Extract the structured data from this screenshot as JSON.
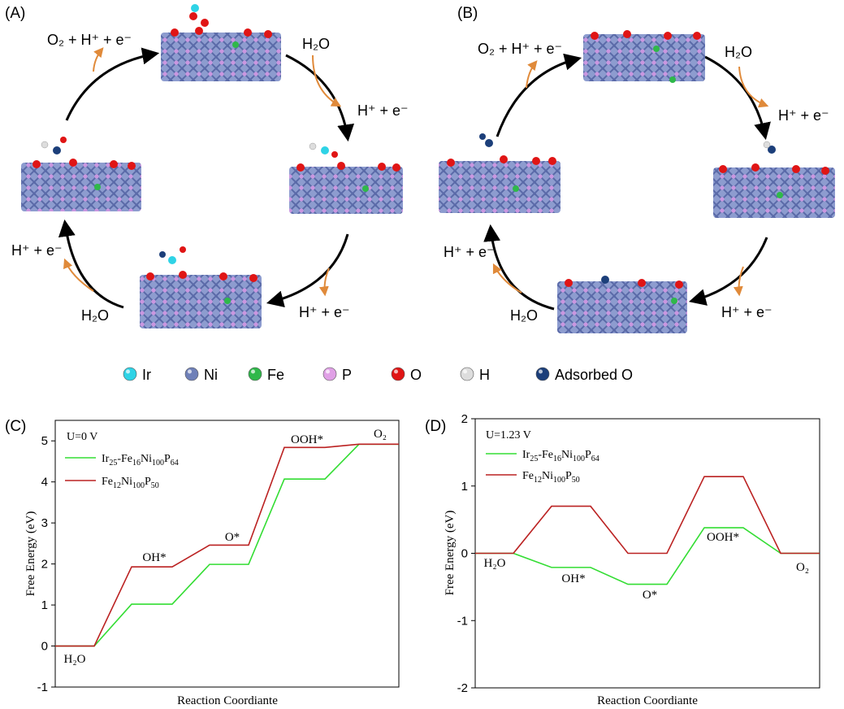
{
  "panels": {
    "A": {
      "label": "(A)"
    },
    "B": {
      "label": "(B)"
    },
    "C": {
      "label": "(C)"
    },
    "D": {
      "label": "(D)"
    }
  },
  "cycle_A": {
    "arrow_labels": {
      "top_left": "O₂ + H⁺ + e⁻",
      "top_right_h2o": "H₂O",
      "right_top": "H⁺ + e⁻",
      "right_bottom": "H⁺ + e⁻",
      "left_bottom_h2o": "H₂O",
      "left_top": "H⁺ + e⁻"
    }
  },
  "cycle_B": {
    "arrow_labels": {
      "top_left": "O₂ + H⁺ + e⁻",
      "top_right_h2o": "H₂O",
      "right_top": "H⁺ + e⁻",
      "right_bottom": "H⁺ + e⁻",
      "left_bottom_h2o": "H₂O",
      "left_top": "H⁺ + e⁻"
    }
  },
  "legend": {
    "items": [
      {
        "label": "Ir",
        "color": "#2fd3e6"
      },
      {
        "label": "Ni",
        "color": "#6f80b8"
      },
      {
        "label": "Fe",
        "color": "#2fb84a"
      },
      {
        "label": "P",
        "color": "#e0a0e6"
      },
      {
        "label": "O",
        "color": "#e01515"
      },
      {
        "label": "H",
        "color": "#dddddd"
      },
      {
        "label": "Adsorbed O",
        "color": "#1c3f7a"
      }
    ]
  },
  "chart_data": [
    {
      "type": "line",
      "annotation": "U=0 V",
      "xlabel": "Reaction Coordiante",
      "ylabel": "Free Energy (eV)",
      "ylim": [
        -1,
        5.5
      ],
      "yticks": [
        "-1",
        "0",
        "1",
        "2",
        "3",
        "4",
        "5"
      ],
      "ytick_values": [
        -1,
        0,
        1,
        2,
        3,
        4,
        5
      ],
      "step_labels": [
        "H₂O",
        "OH*",
        "O*",
        "OOH*",
        "O₂"
      ],
      "series": [
        {
          "name": "Ir25-Fe16Ni100P64",
          "color": "#33dd33",
          "values": [
            0,
            1.02,
            1.99,
            4.07,
            4.92
          ]
        },
        {
          "name": "Fe12Ni100P50",
          "color": "#bb2222",
          "values": [
            0,
            1.93,
            2.46,
            4.84,
            4.92
          ]
        }
      ]
    },
    {
      "type": "line",
      "annotation": "U=1.23 V",
      "xlabel": "Reaction Coordiante",
      "ylabel": "Free Energy (eV)",
      "ylim": [
        -2,
        2
      ],
      "yticks": [
        "-2",
        "-1",
        "0",
        "1",
        "2"
      ],
      "ytick_values": [
        -2,
        -1,
        0,
        1,
        2
      ],
      "step_labels": [
        "H₂O",
        "OH*",
        "O*",
        "OOH*",
        "O₂"
      ],
      "series": [
        {
          "name": "Ir25-Fe16Ni100P64",
          "color": "#33dd33",
          "values": [
            0,
            -0.21,
            -0.46,
            0.38,
            0
          ]
        },
        {
          "name": "Fe12Ni100P50",
          "color": "#bb2222",
          "values": [
            0,
            0.7,
            0,
            1.14,
            0
          ]
        }
      ]
    }
  ],
  "legend_formulas": {
    "ir": {
      "parts": [
        "Ir",
        "25",
        "-Fe",
        "16",
        "Ni",
        "100",
        "P",
        "64"
      ]
    },
    "fe": {
      "parts": [
        "Fe",
        "12",
        "Ni",
        "100",
        "P",
        "50"
      ]
    }
  }
}
